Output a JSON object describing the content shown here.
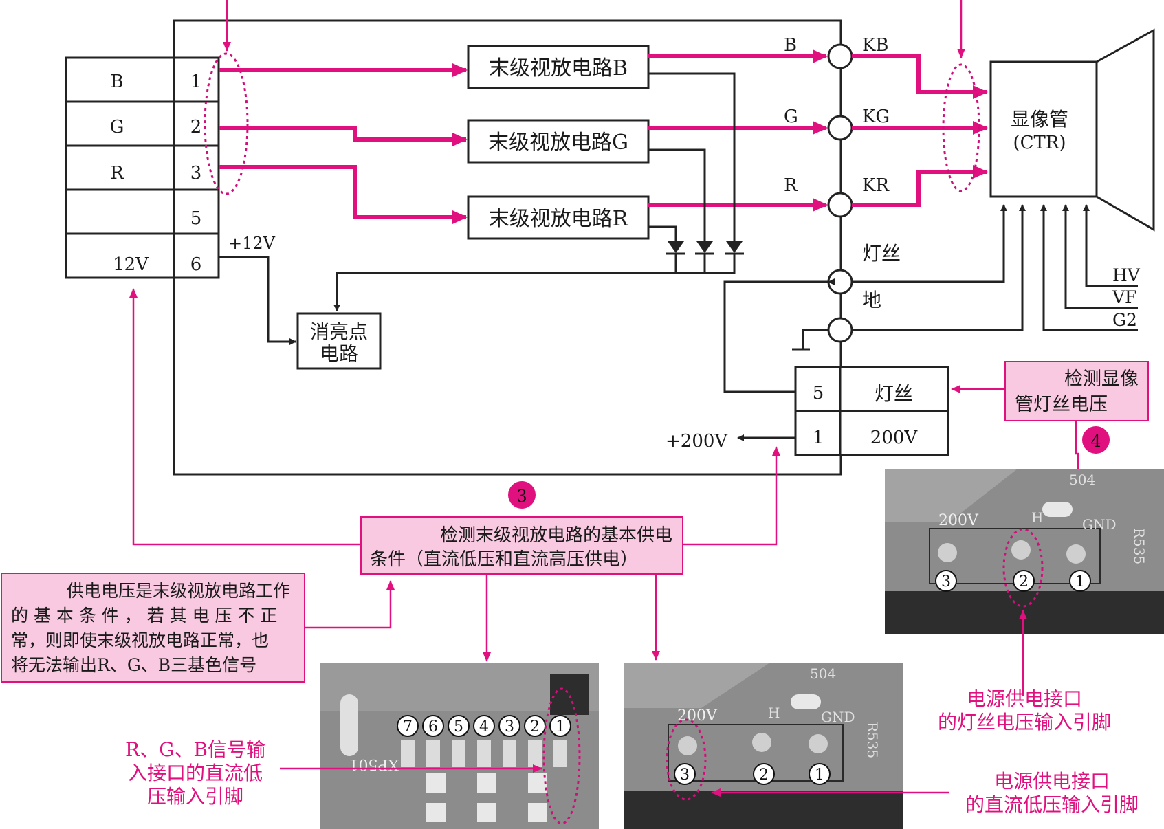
{
  "connector_left": {
    "rows": [
      {
        "signal": "B",
        "pin": "1"
      },
      {
        "signal": "G",
        "pin": "2"
      },
      {
        "signal": "R",
        "pin": "3"
      },
      {
        "signal": "",
        "pin": "5"
      },
      {
        "signal": "12V",
        "pin": "6"
      }
    ]
  },
  "amps": {
    "b": "末级视放电路B",
    "g": "末级视放电路G",
    "r": "末级视放电路R"
  },
  "plus12v": "+12V",
  "blanking": {
    "line1": "消亮点",
    "line2": "电路"
  },
  "signals": {
    "b": "B",
    "g": "G",
    "r": "R",
    "kb": "KB",
    "kg": "KG",
    "kr": "KR"
  },
  "filament_label": "灯丝",
  "ground_label": "地",
  "crt": {
    "line1": "显像管",
    "line2": "(CTR)"
  },
  "crt_inputs": {
    "hv": "HV",
    "vf": "VF",
    "g2": "G2"
  },
  "power_connector": {
    "pin5": "5",
    "name5": "灯丝",
    "pin1": "1",
    "name1": "200V"
  },
  "plus200v": "+200V",
  "callout3": {
    "badge": "3",
    "line1": "检测末级视放电路的基本供电",
    "line2": "条件（直流低压和直流高压供电）"
  },
  "callout4": {
    "badge": "4",
    "line1": "检测显像",
    "line2": "管灯丝电压"
  },
  "supply_note": {
    "line1": "供电电压是末级视放电路工作",
    "line2": "的 基 本 条 件 ， 若 其 电 压 不 正",
    "line3": "常，则即使末级视放电路正常，也",
    "line4": "将无法输出R、G、B三基色信号"
  },
  "rgb_pin_note": {
    "line1": "R、G、B信号输",
    "line2": "入接口的直流低",
    "line3": "压输入引脚"
  },
  "power_lv_note": {
    "line1": "电源供电接口",
    "line2": "的直流低压输入引脚"
  },
  "filament_pin_note": {
    "line1": "电源供电接口",
    "line2": "的灯丝电压输入引脚"
  },
  "photo_right_top": {
    "silk_200v": "200V",
    "silk_h": "H",
    "silk_gnd": "GND",
    "silk_504": "504",
    "silk_r535": "R535",
    "pins": [
      "3",
      "2",
      "1"
    ]
  },
  "photo_mid_bottom": {
    "silk_200v": "200V",
    "silk_h": "H",
    "silk_gnd": "GND",
    "silk_504": "504",
    "silk_r535": "R535",
    "pins": [
      "3",
      "2",
      "1"
    ]
  },
  "photo_left_bottom": {
    "silk_xp501": "XP501",
    "pins": [
      "7",
      "6",
      "5",
      "4",
      "3",
      "2",
      "1"
    ]
  },
  "colors": {
    "accent": "#e0117f",
    "note_fill": "#f8c9e0",
    "line": "#222222"
  }
}
